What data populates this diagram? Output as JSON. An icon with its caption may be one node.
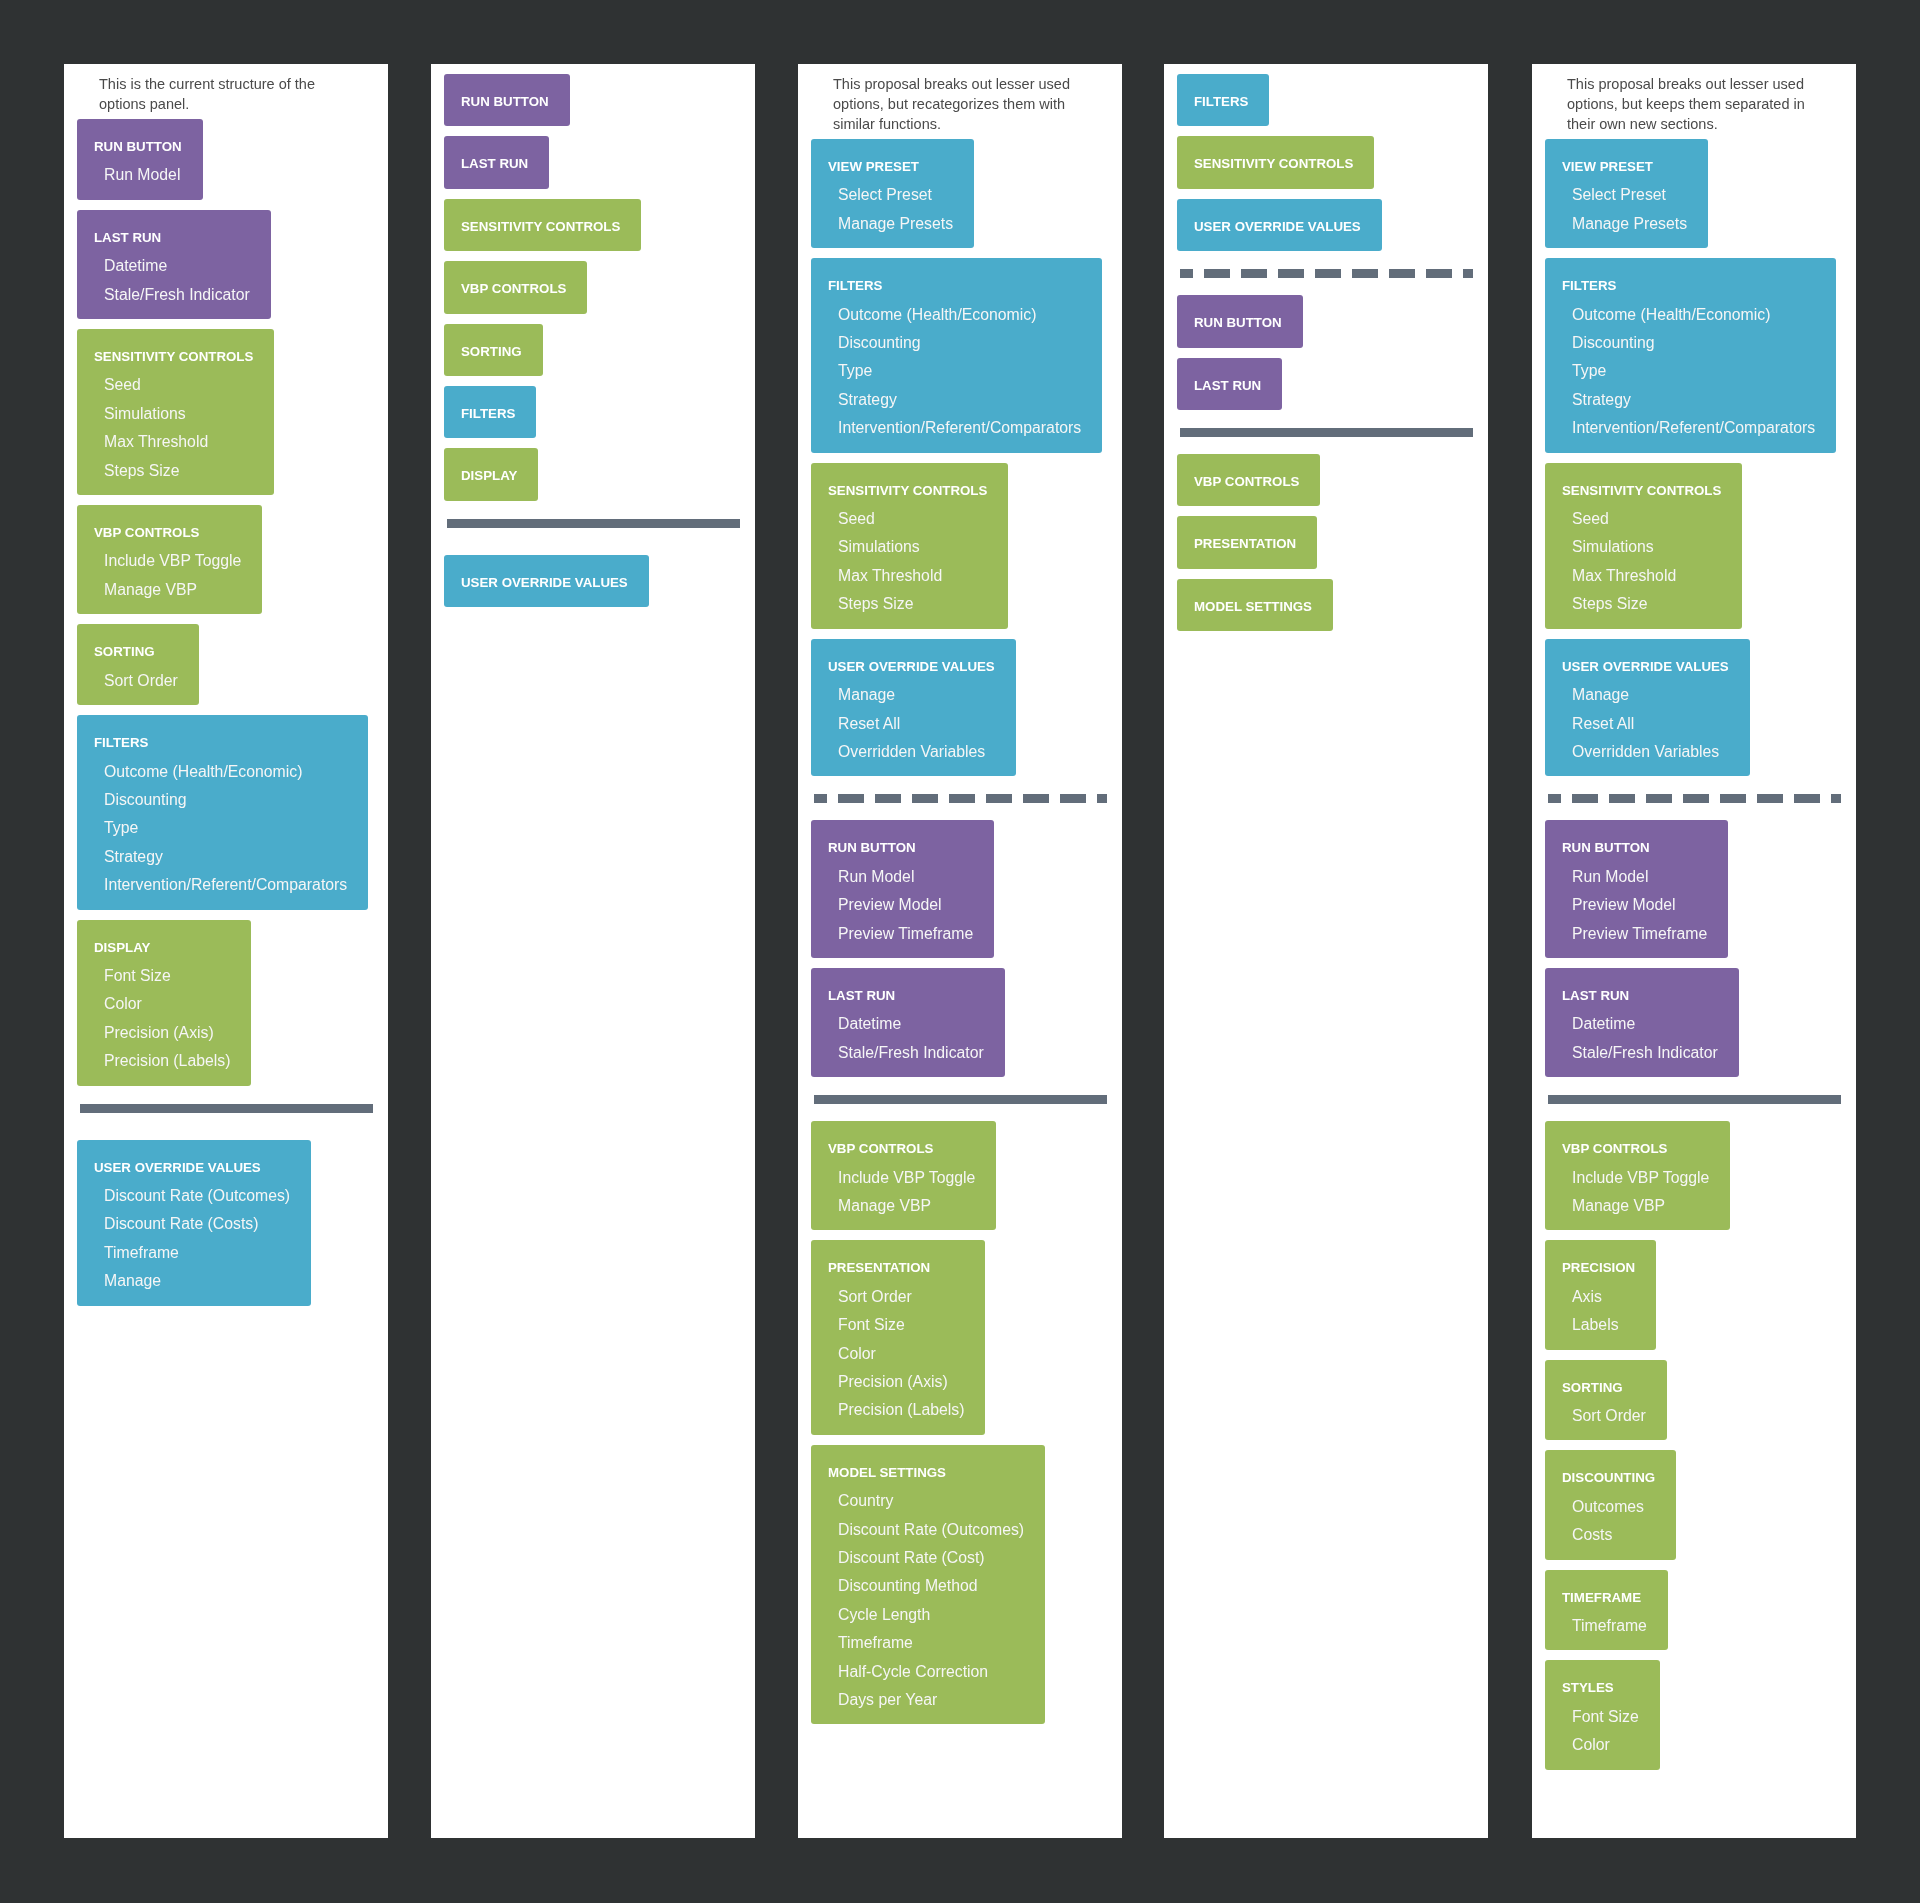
{
  "diagram": {
    "nodes": [
      {
        "text": [
          "This is the current structure of the options panel."
        ]
      },
      {
        "text": [
          "RUN BUTTON",
          "Run Model"
        ],
        "in": 0
      },
      {
        "text": [
          "LAST RUN",
          "Datetime",
          "Stale/Fresh Indicator"
        ],
        "in": 0
      },
      {
        "text": [
          "SENSITIVITY CONTROLS",
          "Seed",
          "Simulations",
          "Max Threshold",
          "Steps Size"
        ],
        "in": 0
      },
      {
        "text": [
          "VBP CONTROLS",
          "Include VBP Toggle",
          "Manage VBP"
        ],
        "in": 0
      },
      {
        "text": [
          "SORTING",
          "Sort Order"
        ],
        "in": 0
      },
      {
        "text": [
          "FILTERS",
          "Outcome (Health/Economic)",
          "Discounting",
          "Type",
          "Strategy",
          "Intervention/Referent/Comparators"
        ],
        "in": 0
      },
      {
        "text": [
          "DISPLAY",
          "Font Size",
          "Color",
          "Precision (Axis)",
          "Precision (Labels)"
        ],
        "in": 0
      },
      {
        "text": [
          "USER OVERRIDE VALUES",
          "Discount Rate (Outcomes)",
          "Discount Rate (Costs)",
          "Timeframe",
          "Manage"
        ],
        "in": 0
      },
      {
        "text": [],
        "shape": "box"
      },
      {
        "text": [
          "RUN BUTTON"
        ],
        "in": 9
      },
      {
        "text": [
          "LAST RUN"
        ],
        "in": 9
      },
      {
        "text": [
          "SENSITIVITY CONTROLS"
        ],
        "in": 9
      },
      {
        "text": [
          "VBP CONTROLS"
        ],
        "in": 9
      },
      {
        "text": [
          "SORTING"
        ],
        "in": 9
      },
      {
        "text": [
          "FILTERS"
        ],
        "in": 9
      },
      {
        "text": [
          "DISPLAY"
        ],
        "in": 9
      },
      {
        "text": [
          "USER OVERRIDE VALUES"
        ],
        "in": 9
      },
      {
        "text": [
          "This proposal breaks out lesser used options, but recategorizes them with similar functions."
        ]
      },
      {
        "text": [
          "VIEW PRESET",
          "Select Preset",
          "Manage Presets"
        ],
        "in": 18
      },
      {
        "text": [
          "FILTERS",
          "Outcome (Health/Economic)",
          "Discounting",
          "Type",
          "Strategy",
          "Intervention/Referent/Comparators"
        ],
        "in": 18
      },
      {
        "text": [
          "SENSITIVITY CONTROLS",
          "Seed",
          "Simulations",
          "Max Threshold",
          "Steps Size"
        ],
        "in": 18
      },
      {
        "text": [
          "USER OVERRIDE VALUES",
          "Manage",
          "Reset All",
          "Overridden Variables"
        ],
        "in": 18
      },
      {
        "text": [
          "RUN BUTTON",
          "Run Model",
          "Preview Model",
          "Preview Timeframe"
        ],
        "in": 18
      },
      {
        "text": [
          "LAST RUN",
          "Datetime",
          "Stale/Fresh Indicator"
        ],
        "in": 18
      },
      {
        "text": [
          "VBP CONTROLS",
          "Include VBP Toggle",
          "Manage VBP"
        ],
        "in": 18
      },
      {
        "text": [
          "PRESENTATION",
          "Sort Order",
          "Font Size",
          "Color",
          "Precision (Axis)",
          "Precision (Labels)"
        ],
        "in": 18
      },
      {
        "text": [
          "MODEL SETTINGS",
          "Country",
          "Discount Rate (Outcomes)",
          "Discount Rate (Cost)",
          "Discounting Method",
          "Cycle Length",
          "Timeframe",
          "Half-Cycle Correction",
          "Days per Year"
        ],
        "in": 18
      },
      {
        "text": [],
        "shape": "box"
      },
      {
        "text": [
          "FILTERS"
        ],
        "in": 28
      },
      {
        "text": [
          "SENSITIVITY CONTROLS"
        ],
        "in": 28
      },
      {
        "text": [
          "USER OVERRIDE VALUES"
        ],
        "in": 28
      },
      {
        "text": [
          "RUN BUTTON"
        ],
        "in": 28
      },
      {
        "text": [
          "LAST RUN"
        ],
        "in": 28
      },
      {
        "text": [
          "VBP CONTROLS"
        ],
        "in": 28
      },
      {
        "text": [
          "PRESENTATION"
        ],
        "in": 28
      },
      {
        "text": [
          "MODEL SETTINGS"
        ],
        "in": 28
      },
      {
        "text": [
          "This proposal breaks out lesser used options, but keeps them separated in their own new sections."
        ]
      },
      {
        "text": [
          "VIEW PRESET",
          "Select Preset",
          "Manage Presets"
        ],
        "in": 37
      },
      {
        "text": [
          "FILTERS",
          "Outcome (Health/Economic)",
          "Discounting",
          "Type",
          "Strategy",
          "Intervention/Referent/Comparators"
        ],
        "in": 37
      },
      {
        "text": [
          "SENSITIVITY CONTROLS",
          "Seed",
          "Simulations",
          "Max Threshold",
          "Steps Size"
        ],
        "in": 37
      },
      {
        "text": [
          "USER OVERRIDE VALUES",
          "Manage",
          "Reset All",
          "Overridden Variables"
        ],
        "in": 37
      },
      {
        "text": [
          "RUN BUTTON",
          "Run Model",
          "Preview Model",
          "Preview Timeframe"
        ],
        "in": 37
      },
      {
        "text": [
          "LAST RUN",
          "Datetime",
          "Stale/Fresh Indicator"
        ],
        "in": 37
      },
      {
        "text": [
          "VBP CONTROLS",
          "Include VBP Toggle",
          "Manage VBP"
        ],
        "in": 37
      },
      {
        "text": [
          "PRECISION",
          "Axis",
          "Labels"
        ],
        "in": 37
      },
      {
        "text": [
          "SORTING",
          "Sort Order"
        ],
        "in": 37
      },
      {
        "text": [
          "DISCOUNTING",
          "Outcomes",
          "Costs"
        ],
        "in": 37
      },
      {
        "text": [
          "TIMEFRAME",
          "Timeframe"
        ],
        "in": 37
      },
      {
        "text": [
          "STYLES",
          "Font Size",
          "Color"
        ],
        "in": 37
      }
    ]
  }
}
